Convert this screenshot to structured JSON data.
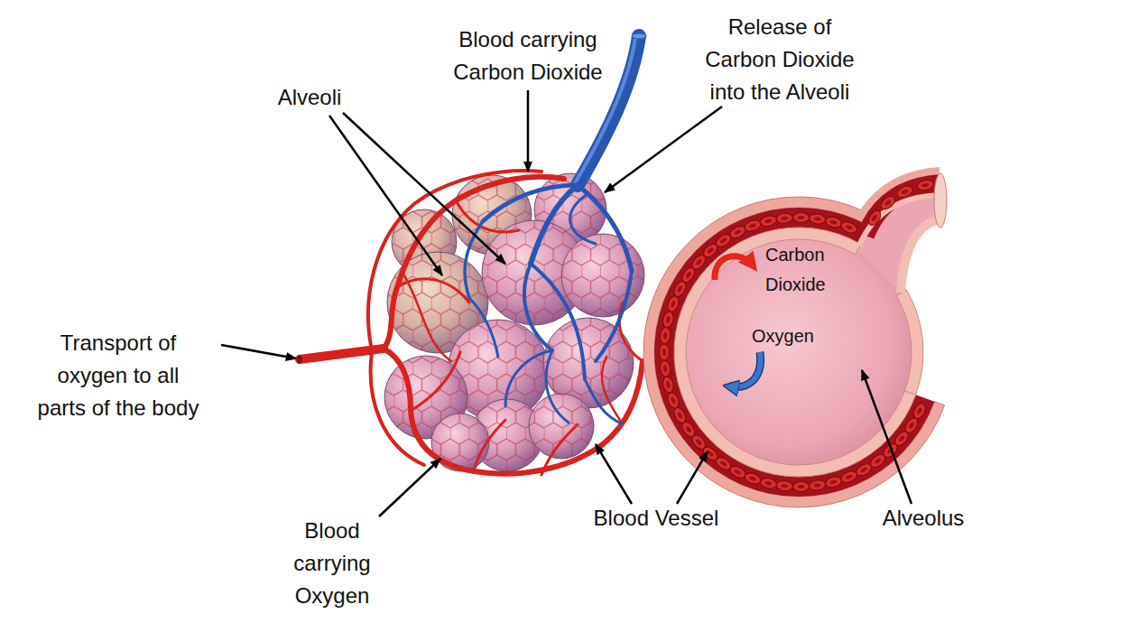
{
  "diagram": {
    "labels": [
      "Blood carrying Carbon Dioxide",
      "Release of Carbon Dioxide into the Alveoli",
      "Alveoli",
      "Carbon Dioxide",
      "Transport of oxygen to all parts of the body",
      "Oxygen",
      "Blood Vessel",
      "Alveolus",
      "Blood carrying Oxygen"
    ]
  }
}
